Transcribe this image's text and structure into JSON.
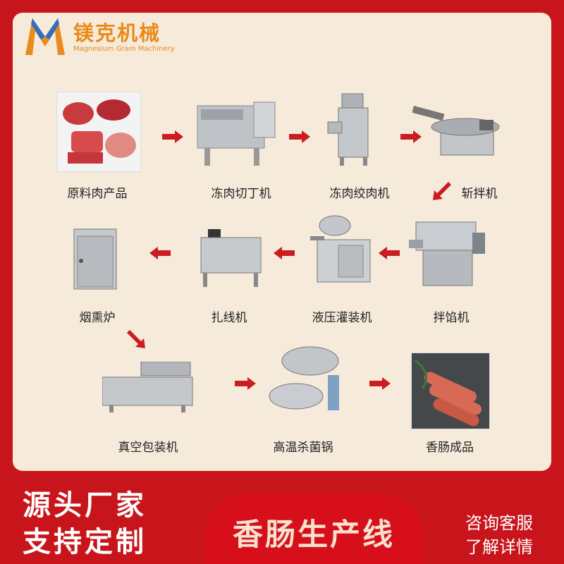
{
  "brand": {
    "name_cn": "镁克机械",
    "name_en": "Magnesium Gram Machinery",
    "logo_letter": "M"
  },
  "steps": [
    {
      "label": "原料肉产品"
    },
    {
      "label": "冻肉切丁机"
    },
    {
      "label": "冻肉绞肉机"
    },
    {
      "label": "斩拌机"
    },
    {
      "label": "拌馅机"
    },
    {
      "label": "液压灌装机"
    },
    {
      "label": "扎线机"
    },
    {
      "label": "烟熏炉"
    },
    {
      "label": "真空包装机"
    },
    {
      "label": "高温杀菌锅"
    },
    {
      "label": "香肠成品"
    }
  ],
  "footer": {
    "left_line1": "源头厂家",
    "left_line2": "支持定制",
    "title": "香肠生产线",
    "right_line1": "咨询客服",
    "right_line2": "了解详情"
  },
  "colors": {
    "background": "#c8151c",
    "panel": "#f6eadb",
    "brand_orange": "#e98b1b",
    "brand_blue": "#2f6fbe",
    "arrow_red": "#c91d22"
  }
}
